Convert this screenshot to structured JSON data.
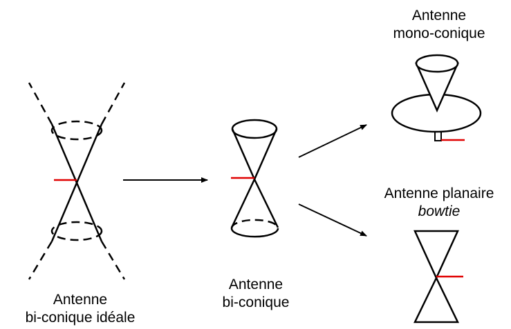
{
  "labels": {
    "ideal_biconical": {
      "line1": "Antenne",
      "line2": "bi-conique idéale"
    },
    "biconical": {
      "line1": "Antenne",
      "line2": "bi-conique"
    },
    "monoconical": {
      "line1": "Antenne",
      "line2": "mono-conique"
    },
    "bowtie": {
      "line1": "Antenne planaire",
      "line2": "bowtie"
    }
  },
  "colors": {
    "stroke": "#000000",
    "feed": "#e00000"
  }
}
